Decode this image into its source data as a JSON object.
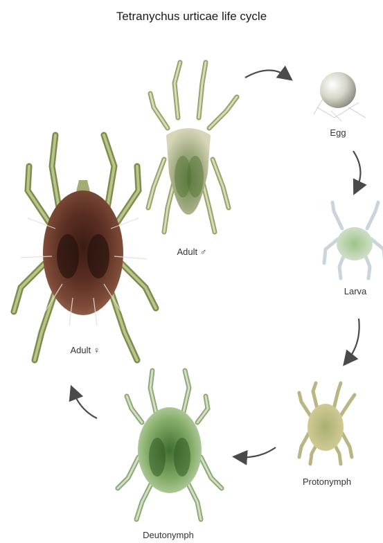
{
  "title": "Tetranychus urticae life cycle",
  "stages": {
    "egg": {
      "label": "Egg"
    },
    "larva": {
      "label": "Larva"
    },
    "protonymph": {
      "label": "Protonymph"
    },
    "deutonymph": {
      "label": "Deutonymph"
    },
    "adult_female": {
      "label": "Adult",
      "symbol": "♀"
    },
    "adult_male": {
      "label": "Adult",
      "symbol": "♂"
    }
  },
  "colors": {
    "arrow": "#4a4a4a",
    "female_body": "#6e3a2c",
    "female_dark": "#2a1510",
    "leg_green": "#8c9a5a",
    "male_body": "#c9c6a4",
    "male_green": "#6e8a4c",
    "egg": "#dcdcd0",
    "larva_body": "#b9cdb3",
    "protonymph_body": "#c0b882",
    "deutonymph_body": "#8fb373"
  }
}
